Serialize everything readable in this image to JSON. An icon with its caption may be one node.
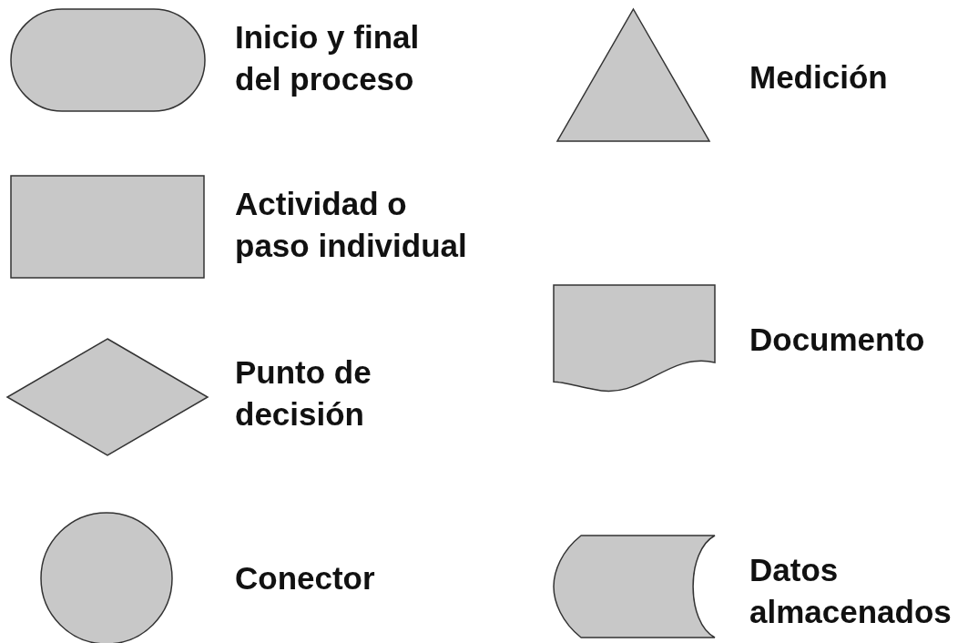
{
  "diagram": {
    "nodes": [
      {
        "text": [
          "Inicio y final del proceso"
        ]
      },
      {
        "text": [
          "Actividad o paso individual"
        ]
      },
      {
        "text": [
          "Punto de decisión"
        ]
      },
      {
        "text": [
          "Conector"
        ]
      },
      {
        "text": [
          "Medición"
        ]
      },
      {
        "text": [
          "Documento"
        ]
      },
      {
        "text": [
          "Datos almacenados"
        ]
      }
    ]
  }
}
